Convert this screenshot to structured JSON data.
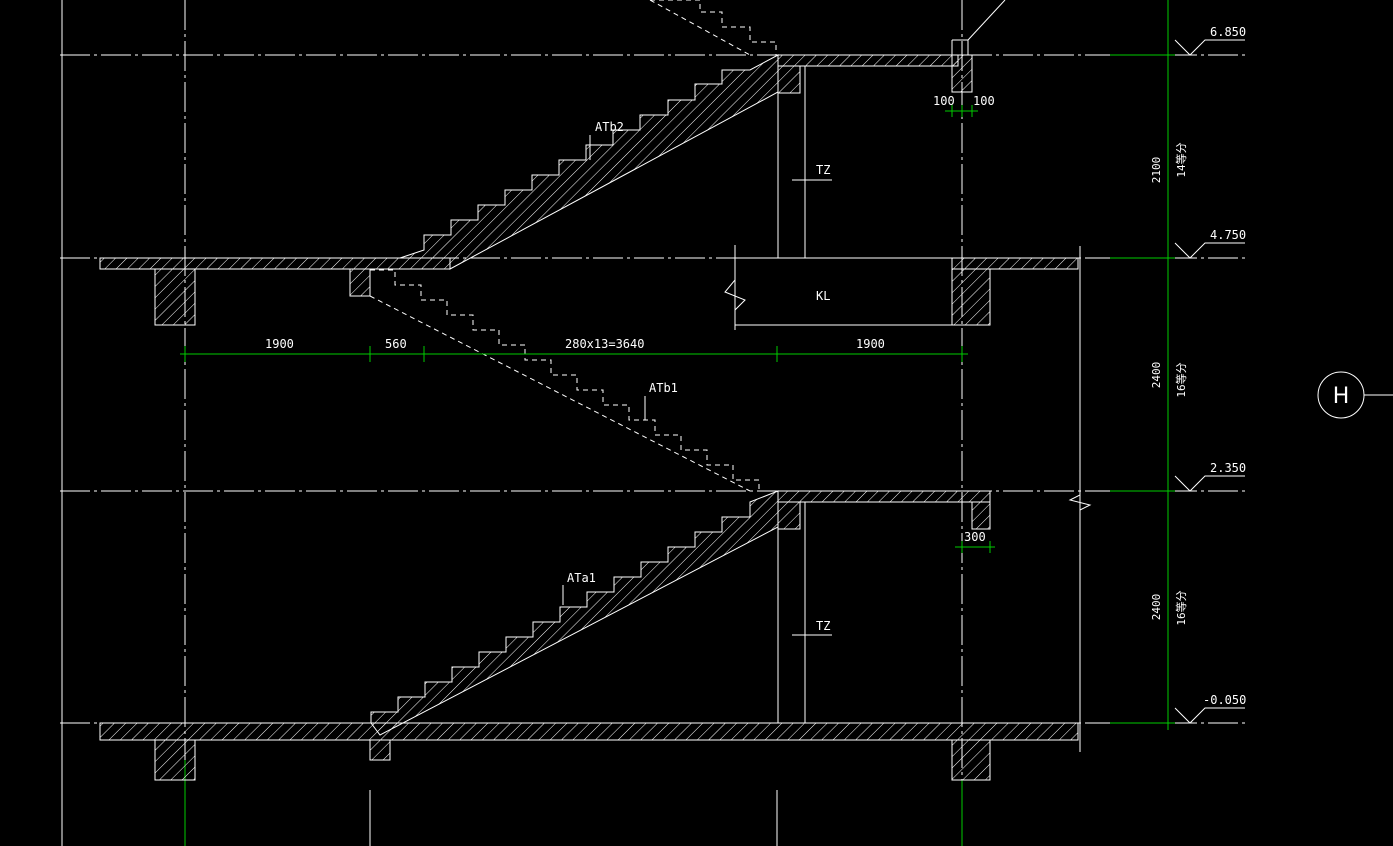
{
  "drawing": {
    "axis_label": "H",
    "elevations": [
      "6.850",
      "4.750",
      "2.350",
      "-0.050"
    ],
    "storey_heights": [
      {
        "value": "2100",
        "steps": "14等分"
      },
      {
        "value": "2400",
        "steps": "16等分"
      },
      {
        "value": "2400",
        "steps": "16等分"
      }
    ],
    "flights": [
      "ATb2",
      "ATb1",
      "ATa1"
    ],
    "column_labels": [
      "TZ",
      "TZ"
    ],
    "beam_label": "KL",
    "dimensions": {
      "d1": "1900",
      "d2": "560",
      "d3": "280x13=3640",
      "d4": "1900",
      "w100a": "100",
      "w100b": "100",
      "w300": "300"
    },
    "colors": {
      "background": "#000000",
      "line": "#ffffff",
      "dimension": "#00cc00",
      "axis": "#00cc00"
    }
  }
}
